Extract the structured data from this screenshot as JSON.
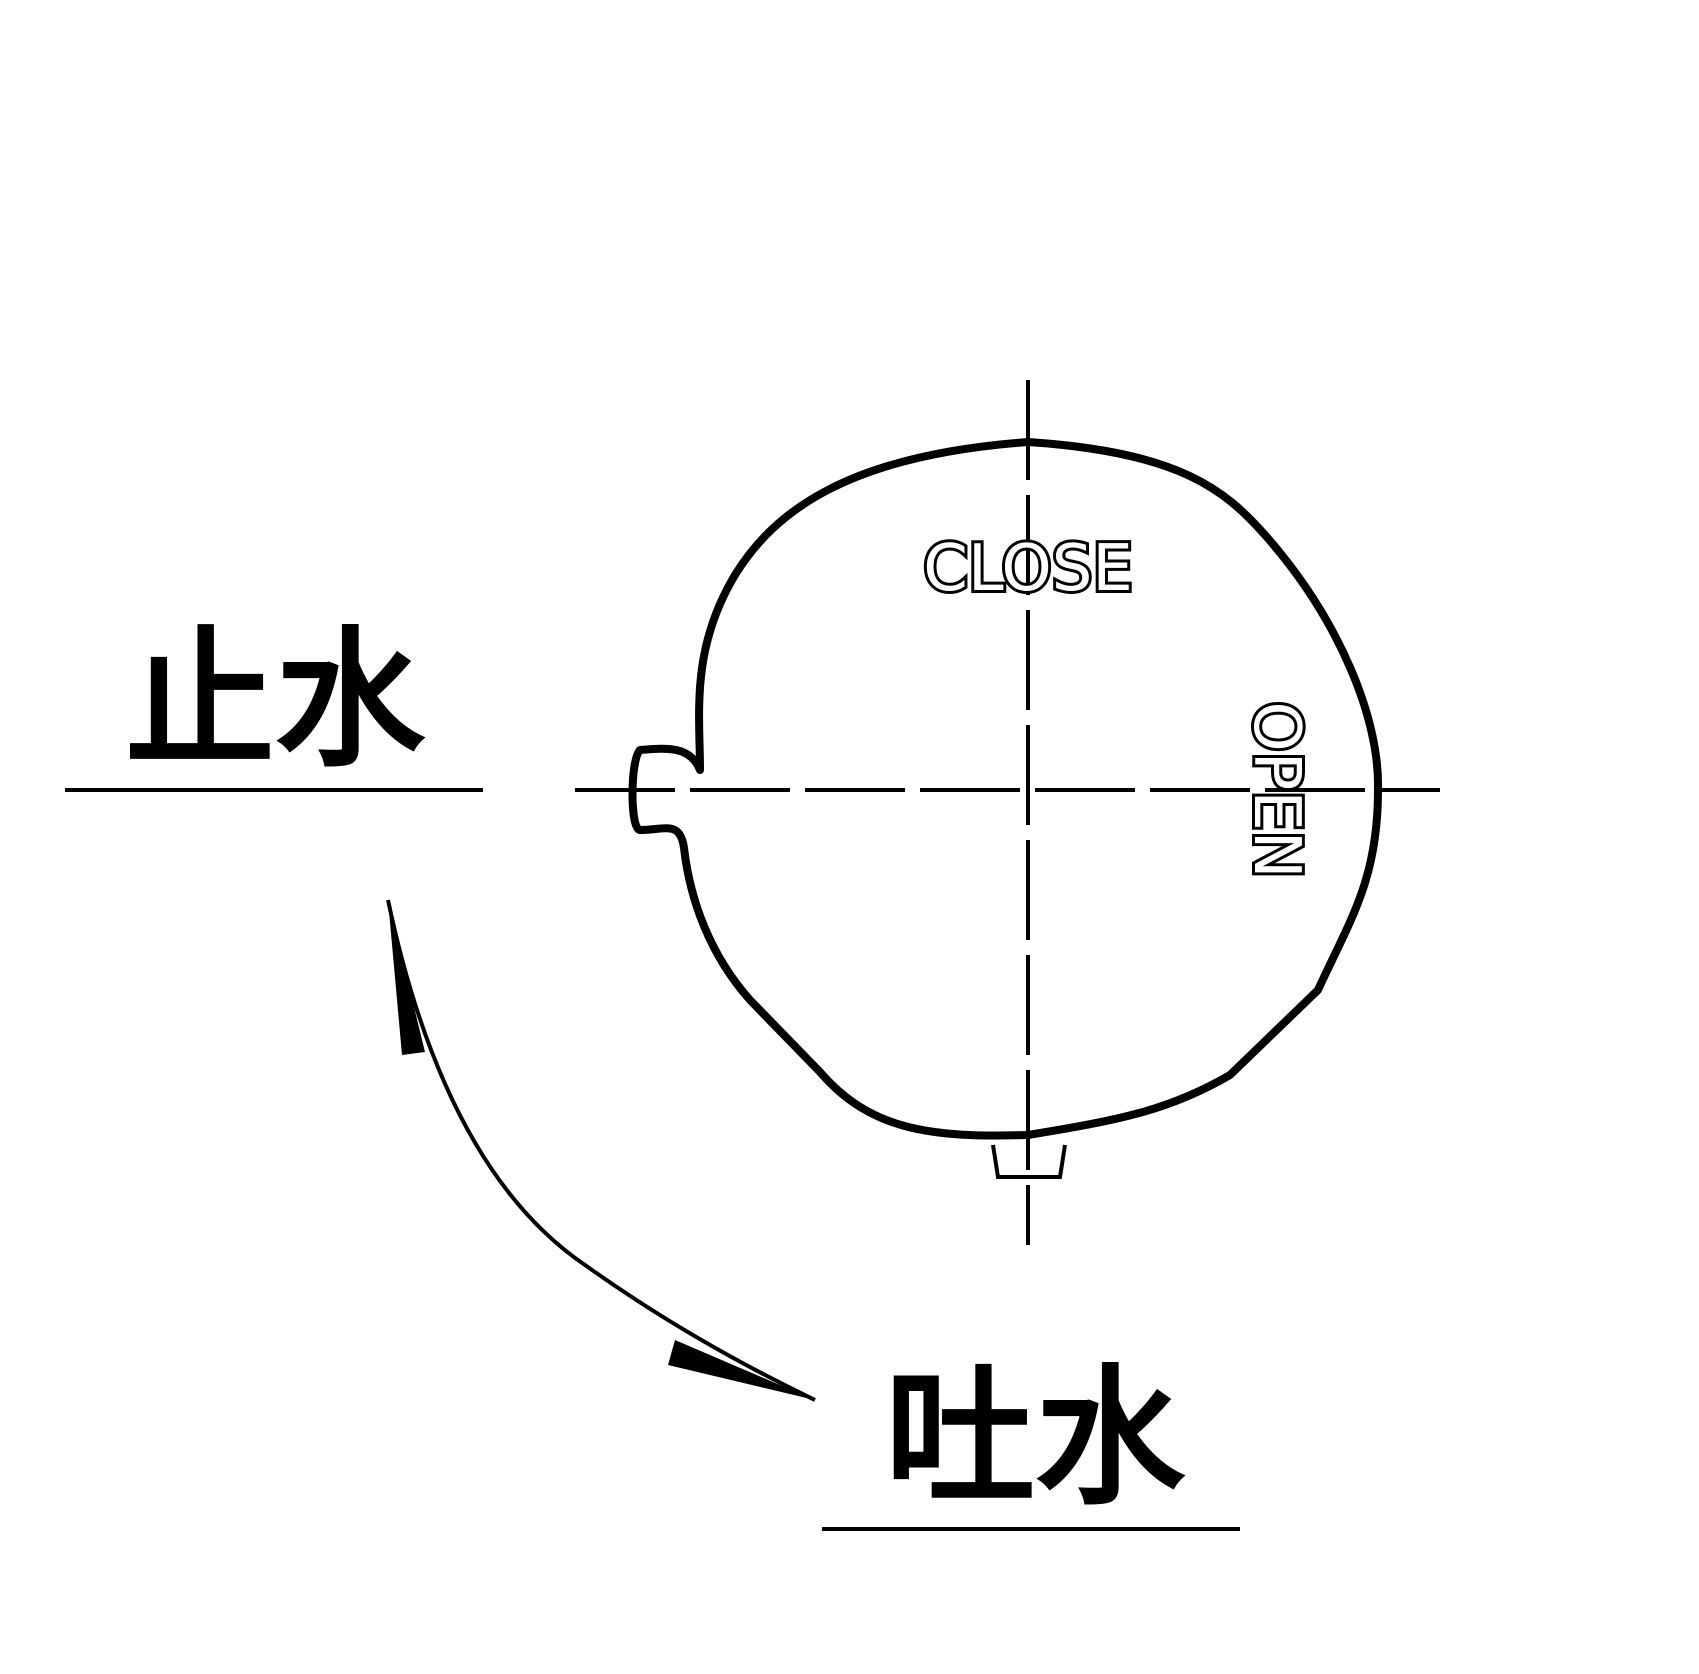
{
  "labels": {
    "stop_water": "止水",
    "discharge_water": "吐水",
    "close_marking": "CLOSE",
    "open_marking": "OPEN"
  },
  "colors": {
    "line": "#000000",
    "background": "#ffffff"
  }
}
